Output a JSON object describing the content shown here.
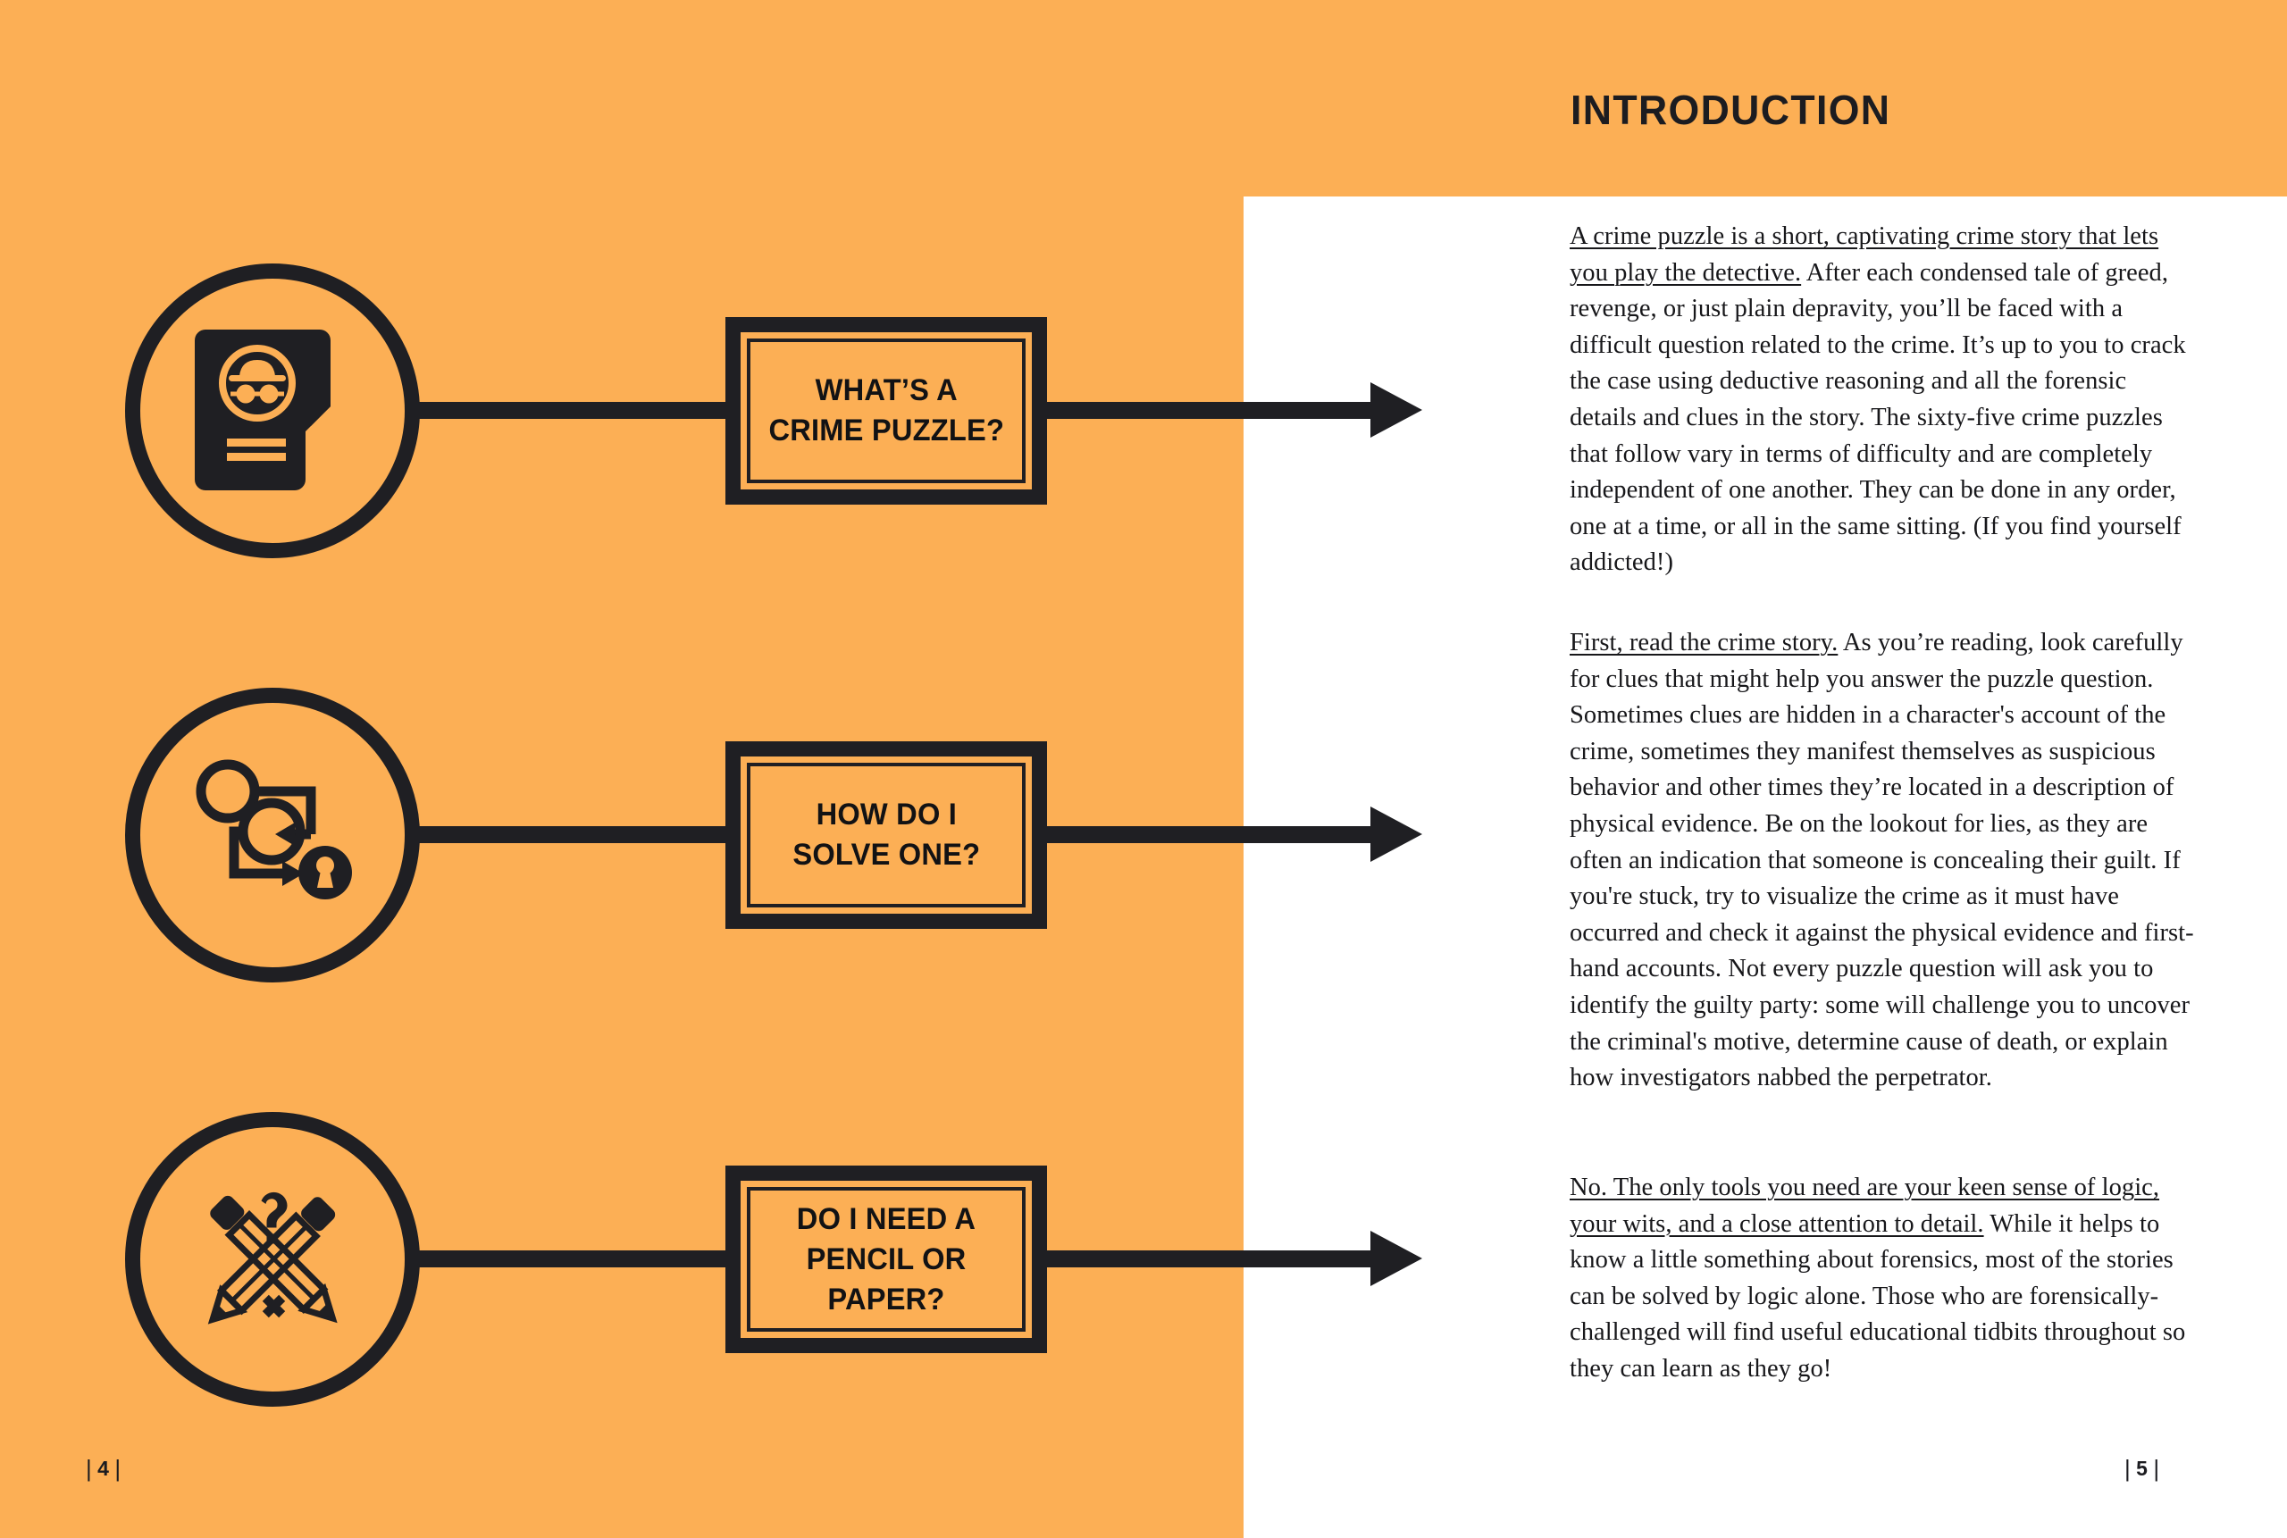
{
  "colors": {
    "orange_panel": "#fcaf55",
    "ink": "#1f1f23",
    "white_panel": "#ffffff"
  },
  "header": {
    "title": "INTRODUCTION"
  },
  "flow": {
    "rows": [
      {
        "icon": "crime-file-detective-icon",
        "label_line_1": "WHAT’S A",
        "label_line_2": "CRIME PUZZLE?"
      },
      {
        "icon": "flowchart-keyhole-icon",
        "label_line_1": "HOW DO I",
        "label_line_2": "SOLVE ONE?"
      },
      {
        "icon": "crossed-pencils-question-icon",
        "label_line_1": "DO I NEED A",
        "label_line_2": "PENCIL OR PAPER?"
      }
    ]
  },
  "body": {
    "paragraphs": [
      {
        "lead": "A crime puzzle is a short, captivating crime story that lets you play the detective.",
        "rest": " After each condensed tale of greed, revenge, or just plain depravity, you’ll be faced with a difficult question related to the crime. It’s up to you to crack the case using deductive reasoning and all the forensic details and clues in the story. The sixty-five crime puzzles that follow vary in terms of difficulty and are completely independent of one another. They can be done in any order, one at a time, or all in the same sitting. (If you find yourself addicted!)"
      },
      {
        "lead": "First, read the crime story.",
        "rest": " As you’re reading, look carefully for clues that might help you answer the puzzle question. Sometimes clues are hidden in a character's account of the crime, sometimes they manifest themselves as suspicious behavior and other times they’re located in a description of physical evidence. Be on the lookout for lies, as they are often an indication that someone is concealing their guilt. If you're stuck, try to visualize the crime as it must have occurred and check it against the physical evidence and first-hand accounts. Not every puzzle question will ask you to identify the guilty party: some will challenge you to uncover the criminal's motive, determine cause of death, or explain how investigators nabbed the perpetrator."
      },
      {
        "lead": "No. The only tools you need are your keen sense of logic, your wits, and a close attention to detail.",
        "rest": " While it helps to know a little something about forensics, most of the stories can be solved by logic alone. Those who are forensically-challenged will find useful educational tidbits throughout so they can learn as they go!"
      }
    ]
  },
  "footer": {
    "left_page": "4",
    "right_page": "5",
    "bar": "|"
  }
}
